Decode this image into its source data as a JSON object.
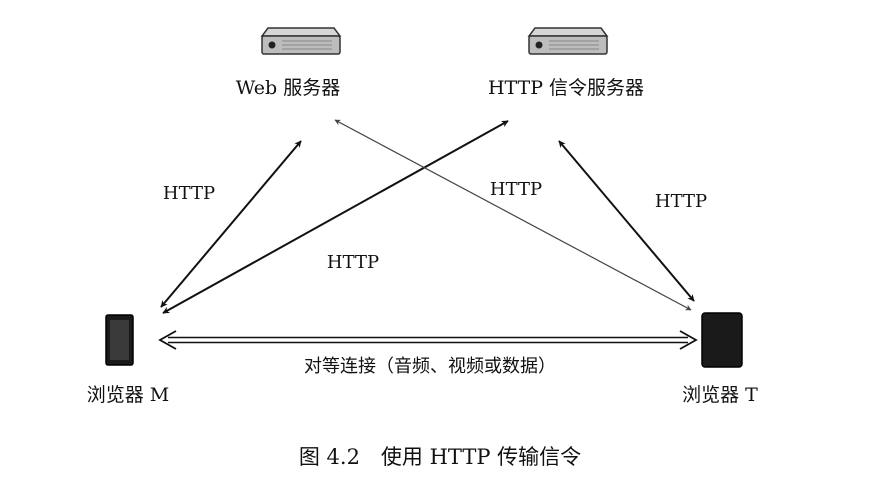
{
  "nodes": {
    "web_server": {
      "label": "Web 服务器",
      "icon": "server-icon"
    },
    "signal_server": {
      "label": "HTTP 信令服务器",
      "icon": "server-icon"
    },
    "browser_m": {
      "label": "浏览器 M",
      "icon": "device-icon"
    },
    "browser_t": {
      "label": "浏览器 T",
      "icon": "device-icon"
    }
  },
  "edges": {
    "m_web": "HTTP",
    "m_signal": "HTTP",
    "t_web": "HTTP",
    "t_signal": "HTTP",
    "peer": "对等连接（音频、视频或数据）"
  },
  "caption": "图 4.2　使用 HTTP 传输信令",
  "colors": {
    "ink": "#111111",
    "server_body": "#bdbdbd",
    "device": "#1a1a1a"
  }
}
